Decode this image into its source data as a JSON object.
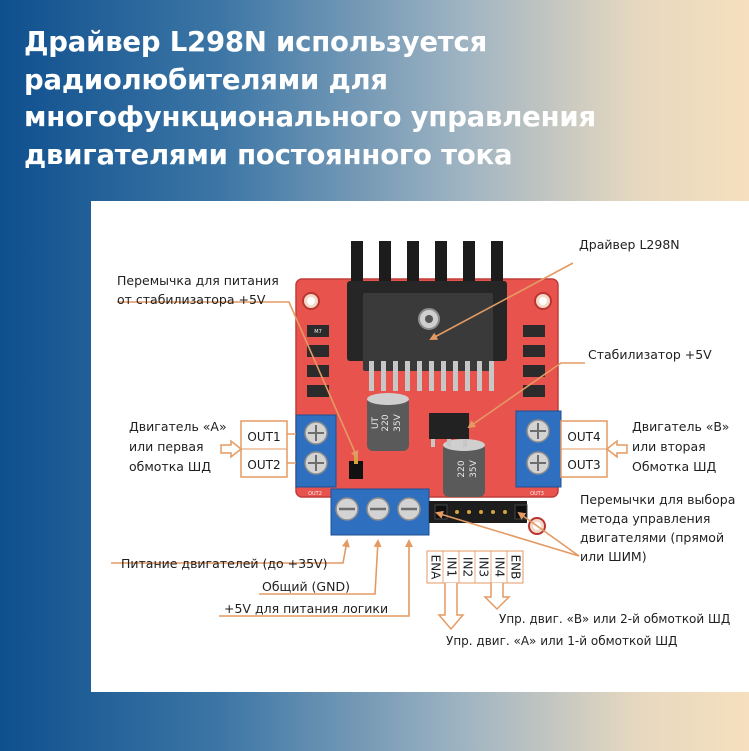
{
  "title": {
    "lines": [
      "Драйвер L298N используется",
      "радиолюбителями для",
      "многофункционального управления",
      "двигателями постоянного тока"
    ]
  },
  "diagram": {
    "labels": {
      "driver": "Драйвер L298N",
      "jumper_power_1": "Перемычка для питания",
      "jumper_power_2": "от стабилизатора +5V",
      "stabilizer": "Стабилизатор +5V",
      "motor_a_1": "Двигатель «A»",
      "motor_a_2": "или первая",
      "motor_a_3": "обмотка ШД",
      "motor_b_1": "Двигатель «B»",
      "motor_b_2": "или вторая",
      "motor_b_3": "Обмотка ШД",
      "jumpers_mode_1": "Перемычки для выбора",
      "jumpers_mode_2": "метода управления",
      "jumpers_mode_3": "двигателями (прямой",
      "jumpers_mode_4": "или ШИМ)",
      "motor_power": "Питание двигателей (до +35V)",
      "gnd": "Общий (GND)",
      "logic_5v": "+5V для питания логики",
      "ctrl_b": "Упр. двиг. «B» или 2-й обмоткой ШД",
      "ctrl_a": "Упр. двиг. «A» или 1-й обмоткой ШД"
    },
    "board": {
      "out1": "OUT1",
      "out2": "OUT2",
      "out3": "OUT3",
      "out4": "OUT4",
      "pins": [
        "ENA",
        "IN1",
        "IN2",
        "IN3",
        "IN4",
        "ENB"
      ],
      "cap_text_1": "220",
      "cap_text_2": "35V",
      "cap_text_3": "UT",
      "diode": "M7",
      "silk_out2": "OUT2",
      "silk_out3": "OUT3"
    },
    "colors": {
      "pcb": "#e9534e",
      "terminal": "#2f6fbf",
      "arrow": "#e39a63",
      "heatsink": "#1c1c1c"
    }
  }
}
